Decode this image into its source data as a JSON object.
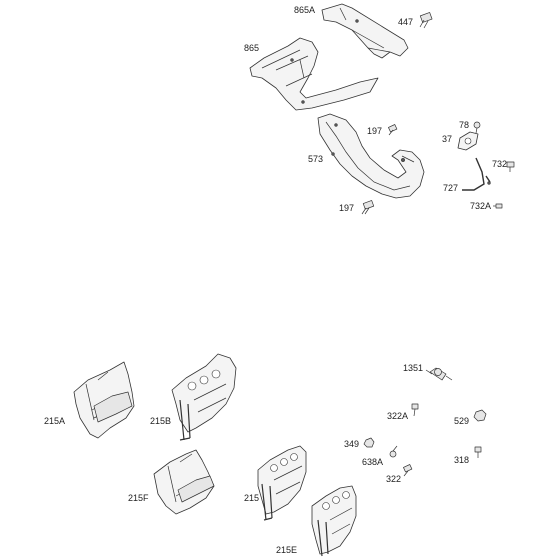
{
  "colors": {
    "background": "#ffffff",
    "line": "#333333",
    "label": "#222222",
    "fill": "#f4f4f4"
  },
  "parts": {
    "p865A": "865A",
    "p447": "447",
    "p865": "865",
    "p78": "78",
    "p197a": "197",
    "p37": "37",
    "p573": "573",
    "p732": "732",
    "p727": "727",
    "p197b": "197",
    "p732A": "732A",
    "p1351": "1351",
    "p215A": "215A",
    "p215B": "215B",
    "p322A": "322A",
    "p529": "529",
    "p349": "349",
    "p638A": "638A",
    "p318": "318",
    "p322": "322",
    "p215F": "215F",
    "p215": "215",
    "p215E": "215E"
  }
}
